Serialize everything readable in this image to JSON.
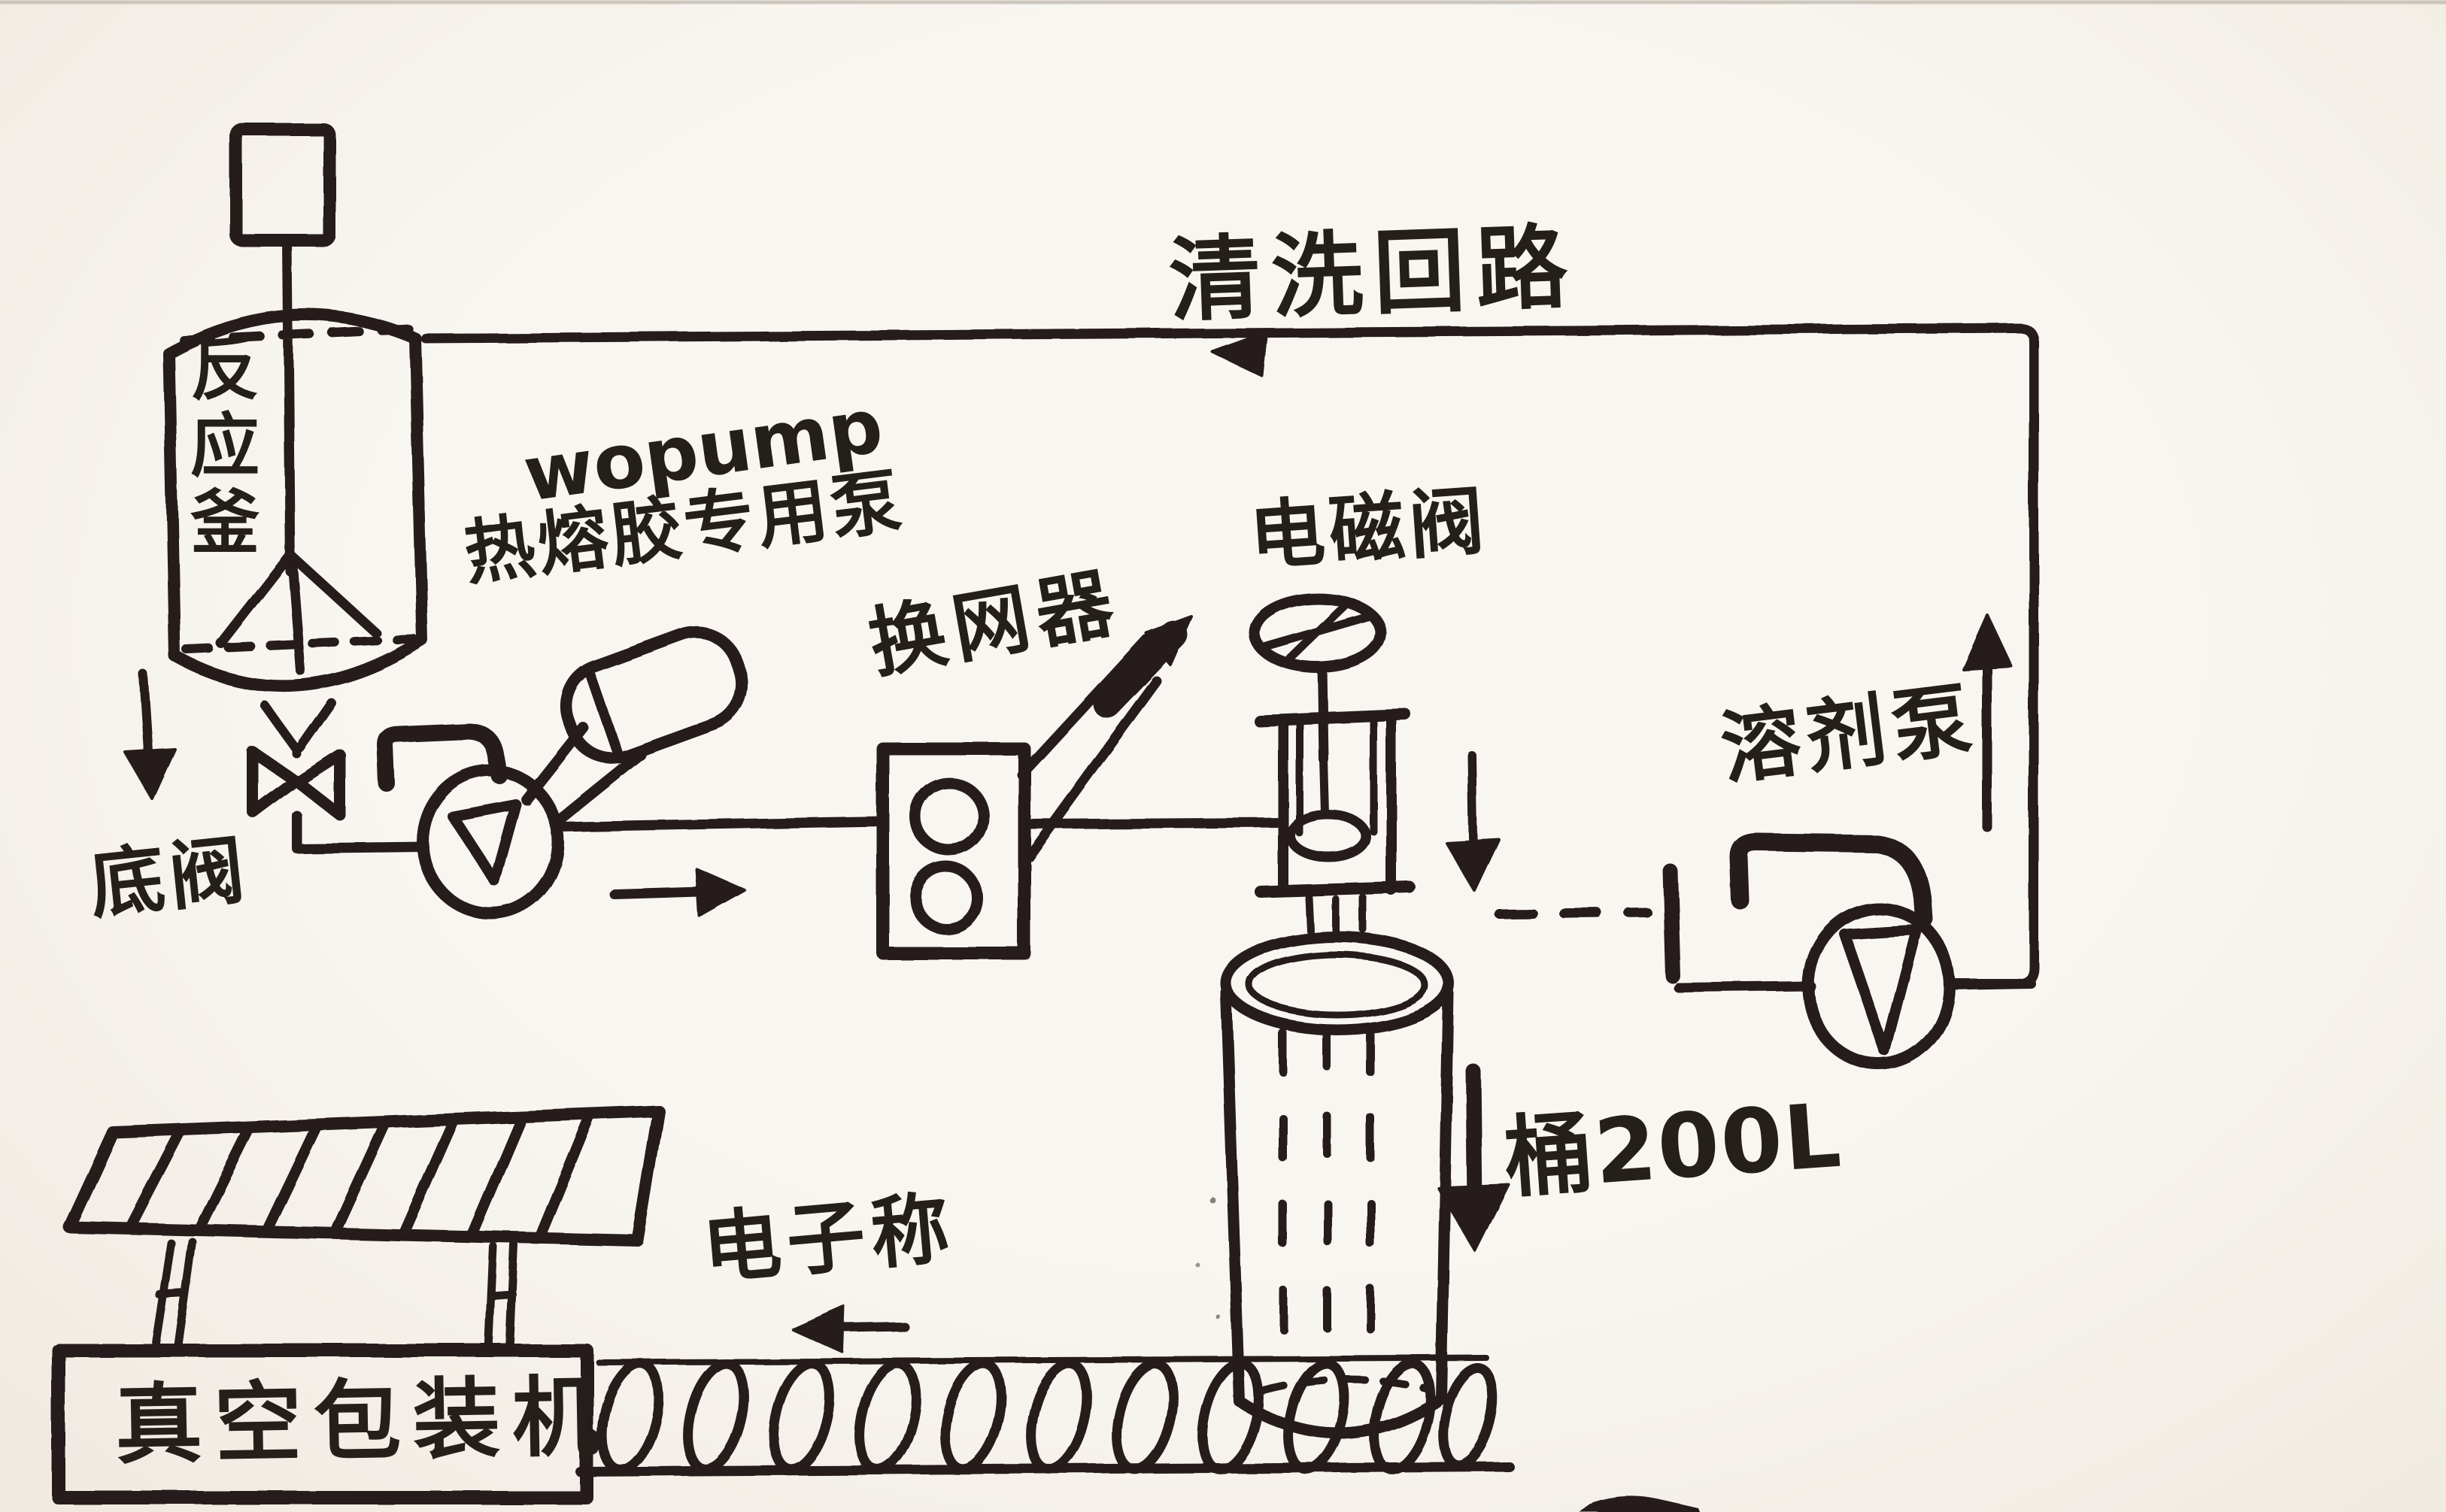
{
  "diagram": {
    "type": "hand-drawn process flow diagram",
    "subject": "hot melt adhesive reactor, pumping, filling and packing line"
  },
  "labels": {
    "cleaning_loop": "清洗回路",
    "reaction_kettle": "反应釜",
    "pump_brand": "wopump",
    "pump_type": "热熔胶专用泵",
    "screen_changer": "换网器",
    "solenoid_valve": "电磁阀",
    "bottom_valve": "底阀",
    "solvent_pump": "溶剂泵",
    "barrel": "桶200L",
    "electronic_scale": "电子称",
    "vacuum_packing_machine": "真空包装机"
  },
  "symbols": {
    "reaction_kettle": "stirred tank with top motor and agitator",
    "bottom_valve": "bow-tie valve symbol under kettle",
    "hotmelt_pump": "circle with inner triangle plus angled motor",
    "screen_changer": "box with two stacked circles and diagonal lever",
    "solenoid_valve": "handwheel over piston body with plug",
    "solvent_pump": "circle with inner triangle and hooked spout",
    "barrel": "open-top 200 L drum with dashed drip lines",
    "conveyor": "roller conveyor drawn as slanted loops",
    "ladder_conveyor": "slanted ladder belt above packing machine",
    "flow_arrows": "down at bottom valve, right after pump, left on cleaning loop, up on return line, down at valve outlet, down beside barrel, left toward scale"
  },
  "colors": {
    "ink": "#251f1b",
    "paper": "#f6f2eb"
  }
}
